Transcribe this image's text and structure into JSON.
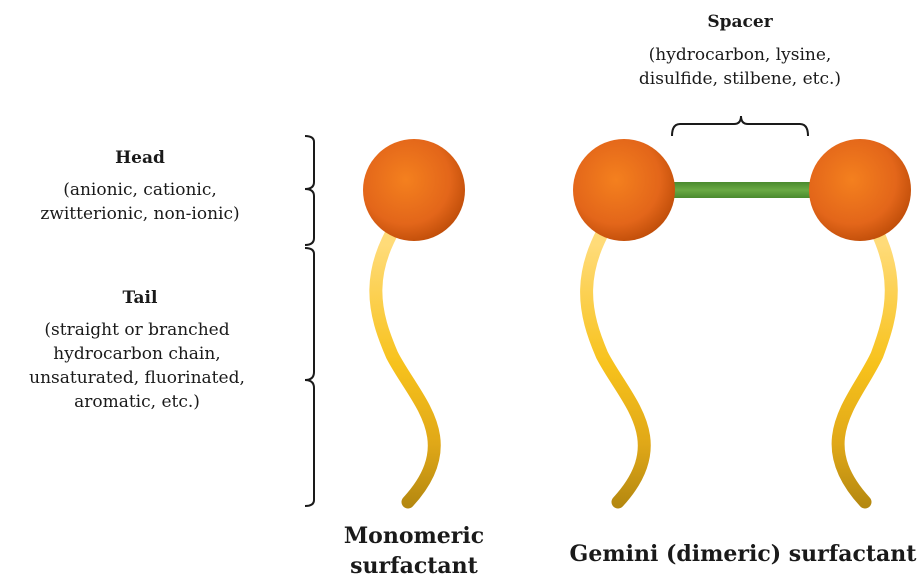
{
  "spacer": {
    "title": "Spacer",
    "description": [
      "(hydrocarbon, lysine,",
      "disulfide, stilbene, etc.)"
    ]
  },
  "head": {
    "title": "Head",
    "description": [
      "(anionic, cationic,",
      "zwitterionic, non-ionic)"
    ]
  },
  "tail": {
    "title": "Tail",
    "description": [
      "(straight or branched",
      "hydrocarbon chain,",
      "unsaturated, fluorinated,",
      "aromatic, etc.)"
    ]
  },
  "monomeric": {
    "caption": [
      "Monomeric",
      "surfactant"
    ]
  },
  "gemini": {
    "caption": "Gemini (dimeric) surfactant"
  },
  "colors": {
    "head_light": "#f07a1e",
    "head_dark": "#c24f0a",
    "tail_top": "#ffd766",
    "tail_mid": "#f5c21a",
    "tail_bottom": "#b98a12",
    "spacer": "#5a9a3a",
    "bracket": "#1a1a1a"
  }
}
